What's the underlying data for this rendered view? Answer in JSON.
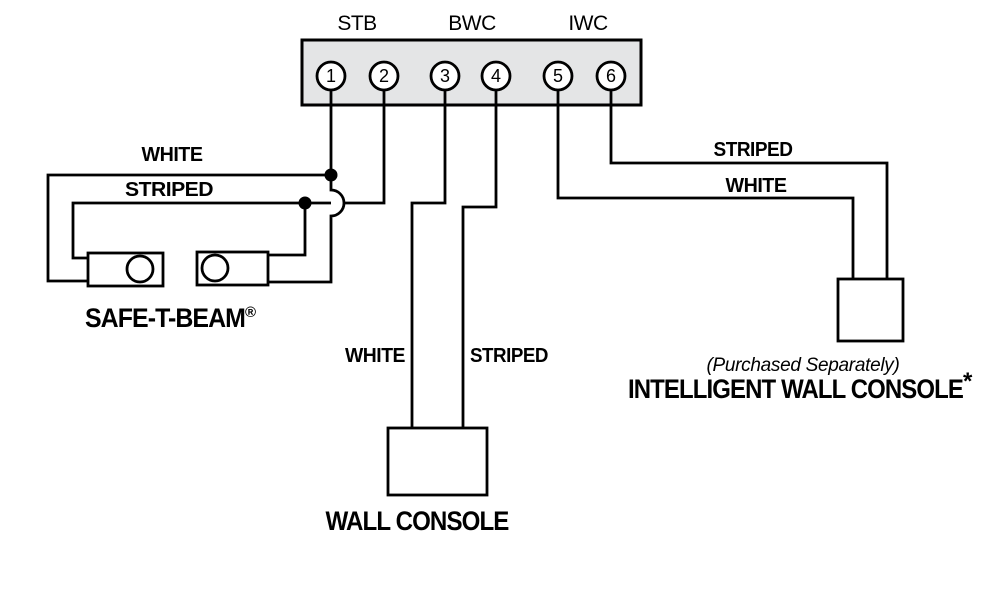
{
  "diagram": {
    "terminal_block": {
      "group_labels": [
        "STB",
        "BWC",
        "IWC"
      ],
      "terminals": [
        "1",
        "2",
        "3",
        "4",
        "5",
        "6"
      ]
    },
    "safe_t_beam": {
      "white_label": "WHITE",
      "striped_label": "STRIPED",
      "name": "SAFE-T-BEAM",
      "mark": "®"
    },
    "wall_console": {
      "white_label": "WHITE",
      "striped_label": "STRIPED",
      "name": "WALL CONSOLE"
    },
    "intelligent_wall_console": {
      "striped_label": "STRIPED",
      "white_label": "WHITE",
      "note": "(Purchased Separately)",
      "name": "INTELLIGENT WALL CONSOLE",
      "mark": "*"
    },
    "colors": {
      "line": "#000000",
      "block_fill": "#e4e5e6"
    }
  }
}
